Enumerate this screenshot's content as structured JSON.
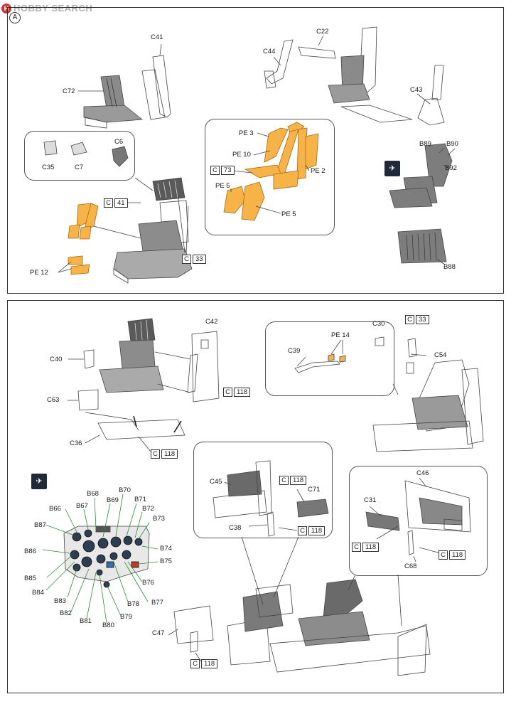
{
  "watermark": {
    "brand": "HOBBY SEARCH"
  },
  "step_marker": "A",
  "top_panel": {
    "labels": {
      "c41": "C41",
      "c72": "C72",
      "c22": "C22",
      "c44": "C44",
      "c43": "C43",
      "c6": "C6",
      "c35": "C35",
      "c7": "C7",
      "pe3": "PE 3",
      "pe10": "PE 10",
      "pe2": "PE 2",
      "pe5a": "PE 5",
      "pe5b": "PE 5",
      "b89": "B89",
      "b90": "B90",
      "b92": "B92",
      "b88": "B88",
      "pe12": "PE 12"
    },
    "refs": {
      "r73": {
        "c": "C",
        "n": "73"
      },
      "r41": {
        "c": "C",
        "n": "41"
      },
      "r33": {
        "c": "C",
        "n": "33"
      }
    }
  },
  "bottom_panel": {
    "labels": {
      "c42": "C42",
      "c40": "C40",
      "c63": "C63",
      "c36": "C36",
      "c30": "C30",
      "pe14": "PE 14",
      "c39": "C39",
      "c54": "C54",
      "c45": "C45",
      "c71": "C71",
      "c38": "C38",
      "c46": "C46",
      "c31": "C31",
      "c68": "C68",
      "c47": "C47"
    },
    "refs": {
      "r118a": {
        "c": "C",
        "n": "118"
      },
      "r118b": {
        "c": "C",
        "n": "118"
      },
      "r33": {
        "c": "C",
        "n": "33"
      },
      "r118c": {
        "c": "C",
        "n": "118"
      },
      "r118d": {
        "c": "C",
        "n": "118"
      },
      "r118e": {
        "c": "C",
        "n": "118"
      },
      "r118f": {
        "c": "C",
        "n": "118"
      },
      "r118g": {
        "c": "C",
        "n": "118"
      }
    },
    "instrument_labels": {
      "b66": "B66",
      "b67": "B67",
      "b68": "B68",
      "b69": "B69",
      "b70": "B70",
      "b71": "B71",
      "b72": "B72",
      "b73": "B73",
      "b74": "B74",
      "b75": "B75",
      "b76": "B76",
      "b77": "B77",
      "b78": "B78",
      "b79": "B79",
      "b80": "B80",
      "b81": "B81",
      "b82": "B82",
      "b83": "B83",
      "b84": "B84",
      "b85": "B85",
      "b86": "B86",
      "b87": "B87"
    }
  },
  "colors": {
    "etch": "#f7b347",
    "plastic_grey": "#7d7d7d",
    "outline": "#444444",
    "leader_green": "#2e8b3a"
  }
}
